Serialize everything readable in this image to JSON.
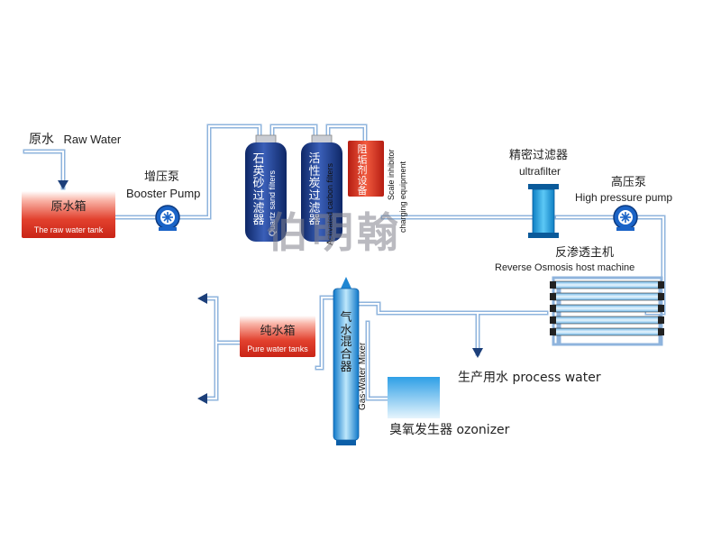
{
  "labels": {
    "raw_water_cn": "原水",
    "raw_water_en": "Raw Water",
    "raw_tank_cn": "原水箱",
    "raw_tank_en": "The raw water tank",
    "booster_cn": "增压泵",
    "booster_en": "Booster Pump",
    "quartz_cn": "石英砂过滤器",
    "quartz_en": "Quartz sand filters",
    "carbon_cn": "活性炭过滤器",
    "carbon_en": "Activated carbon filters",
    "scale_cn": "阻垢剂设备",
    "scale_en_1": "Scale inhibitor",
    "scale_en_2": "charging equipment",
    "ultra_cn": "精密过滤器",
    "ultra_en": "ultrafilter",
    "hp_cn": "高压泵",
    "hp_en": "High pressure pump",
    "ro_cn": "反渗透主机",
    "ro_en": "Reverse Osmosis host machine",
    "pure_tank_cn": "纯水箱",
    "pure_tank_en": "Pure water tanks",
    "mixer_cn": "气水混合器",
    "mixer_en": "Gas-Water Mixer",
    "process_water": "生产用水 process water",
    "ozonizer": "臭氧发生器 ozonizer",
    "watermark": "伯明翰"
  },
  "colors": {
    "pipe": "#8fb4dd",
    "pipe_inner": "#ffffff",
    "tank_red": "#d9321f",
    "filter_blue": "#1f3d8a",
    "pump_blue": "#1b64c7",
    "ultra_blue": "#19a0e6",
    "mixer_blue": "#2aa3e8"
  }
}
